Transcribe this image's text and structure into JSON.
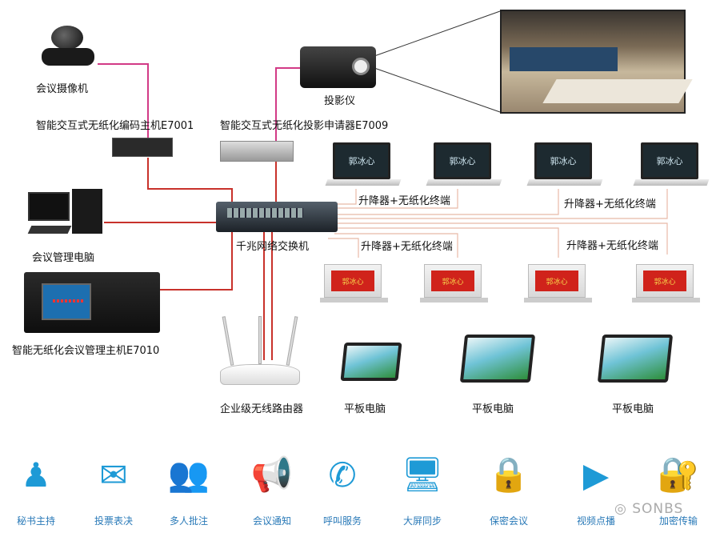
{
  "labels": {
    "camera": "会议摄像机",
    "encoder": "智能交互式无纸化编码主机E7001",
    "projector": "投影仪",
    "projection_requester": "智能交互式无纸化投影申请器E7009",
    "switch": "千兆网络交换机",
    "pc": "会议管理电脑",
    "host": "智能无纸化会议管理主机E7010",
    "router": "企业级无线路由器",
    "terminal_group": [
      "升降器+无纸化终端",
      "升降器+无纸化终端",
      "升降器+无纸化终端",
      "升降器+无纸化终端"
    ],
    "tablets": [
      "平板电脑",
      "平板电脑",
      "平板电脑"
    ],
    "screen_name": "郭冰心"
  },
  "features": [
    {
      "label": "秘书主持",
      "icon": "host-podium-icon"
    },
    {
      "label": "投票表决",
      "icon": "ballot-box-icon"
    },
    {
      "label": "多人批注",
      "icon": "group-icon"
    },
    {
      "label": "会议通知",
      "icon": "megaphone-icon"
    },
    {
      "label": "呼叫服务",
      "icon": "phone-icon"
    },
    {
      "label": "大屏同步",
      "icon": "screen-sync-icon"
    },
    {
      "label": "保密会议",
      "icon": "secure-meeting-icon"
    },
    {
      "label": "视频点播",
      "icon": "video-play-icon"
    },
    {
      "label": "加密传输",
      "icon": "encrypt-lock-icon"
    }
  ],
  "watermark": "SONBS",
  "colors": {
    "accent": "#1e9ad6",
    "red_line": "#c8322b",
    "pink_line": "#d23a86",
    "thin_line": "#e8b9a8"
  }
}
